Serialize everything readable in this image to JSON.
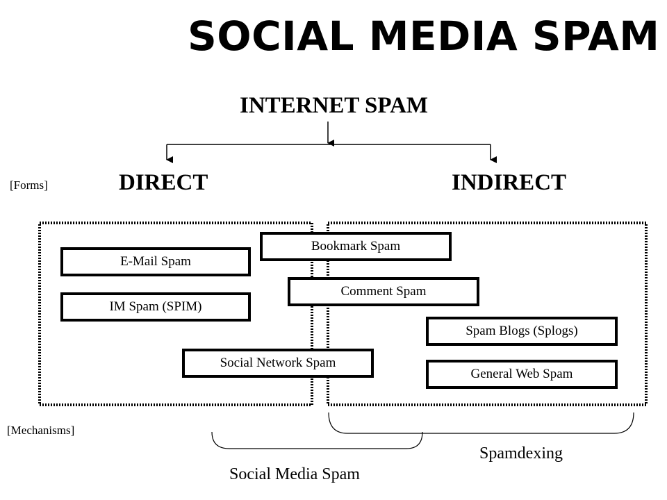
{
  "title": "SOCIAL MEDIA SPAM",
  "root": "INTERNET SPAM",
  "forms": {
    "direct": "DIRECT",
    "indirect": "INDIRECT"
  },
  "annotations": {
    "forms": "[Forms]",
    "mechanisms": "[Mechanisms]"
  },
  "mechanisms": {
    "bookmark": "Bookmark Spam",
    "email": "E-Mail Spam",
    "comment": "Comment Spam",
    "im": "IM Spam (SPIM)",
    "splogs": "Spam Blogs (Splogs)",
    "social_network": "Social Network Spam",
    "general_web": "General Web Spam"
  },
  "groups": {
    "spamdexing": "Spamdexing",
    "social_media_spam": "Social Media Spam"
  }
}
